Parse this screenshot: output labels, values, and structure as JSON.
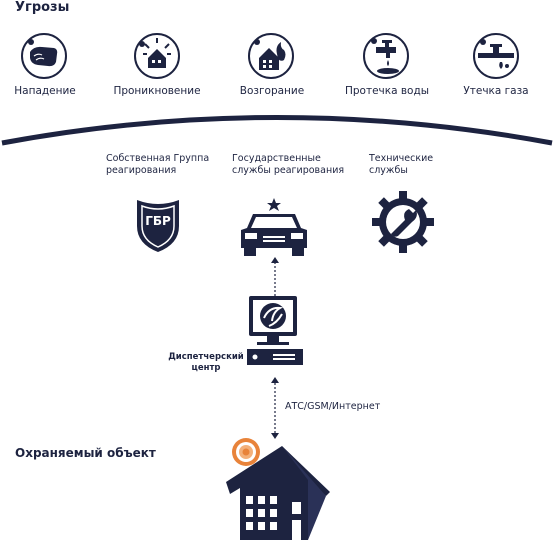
{
  "header": {
    "title": "Угрозы"
  },
  "threats": [
    {
      "label": "Нападение",
      "icon": "attack-fist-icon"
    },
    {
      "label": "Проникновение",
      "icon": "intrusion-house-icon"
    },
    {
      "label": "Возгорание",
      "icon": "fire-house-icon"
    },
    {
      "label": "Протечка воды",
      "icon": "water-leak-faucet-icon"
    },
    {
      "label": "Утечка газа",
      "icon": "gas-leak-pipe-icon"
    }
  ],
  "services": [
    {
      "label_line1": "Собственная Группа",
      "label_line2": "реагирования",
      "icon": "gbr-shield-icon",
      "badge": "ГБР"
    },
    {
      "label_line1": "Государственные",
      "label_line2": "службы реагирования",
      "icon": "police-car-icon"
    },
    {
      "label_line1": "Технические",
      "label_line2": "службы",
      "icon": "wrench-gear-icon"
    }
  ],
  "dispatch": {
    "label_line1": "Диспетчерский",
    "label_line2": "центр",
    "icon": "computer-terminal-icon"
  },
  "connection": {
    "label": "АТС/GSM/Интернет"
  },
  "protected_object": {
    "label": "Охраняемый объект",
    "icon": "protected-house-icon"
  },
  "colors": {
    "primary": "#1d2340",
    "accent": "#e8833a",
    "background": "#ffffff"
  }
}
